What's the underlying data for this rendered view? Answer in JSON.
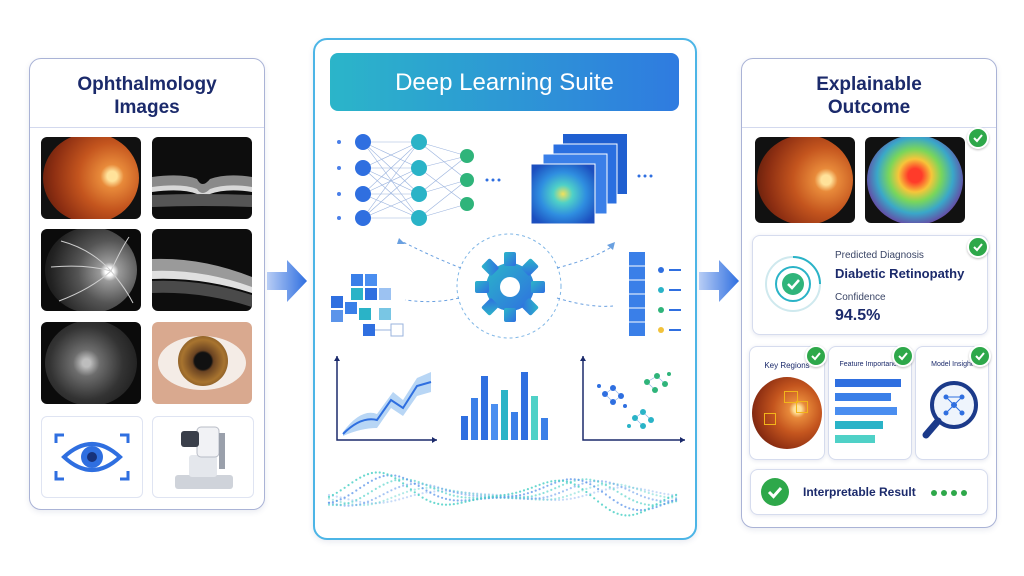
{
  "left_panel": {
    "title_line1": "Ophthalmology",
    "title_line2": "Images"
  },
  "center_panel": {
    "title": "Deep Learning Suite"
  },
  "right_panel": {
    "title_line1": "Explainable",
    "title_line2": "Outcome",
    "diagnosis": {
      "label": "Predicted Diagnosis",
      "value": "Diabetic Retinopathy",
      "confidence_label": "Confidence",
      "confidence_value": "94.5%"
    },
    "cards": {
      "key_regions": "Key Regions",
      "feature_importance": "Feature Importance",
      "model_insight": "Model Insight"
    },
    "result": "Interpretable Result"
  },
  "colors": {
    "brand_dark": "#1b2a6b",
    "accent_blue": "#2f6fe0",
    "accent_teal": "#29c3b9",
    "success": "#2ea84a"
  }
}
